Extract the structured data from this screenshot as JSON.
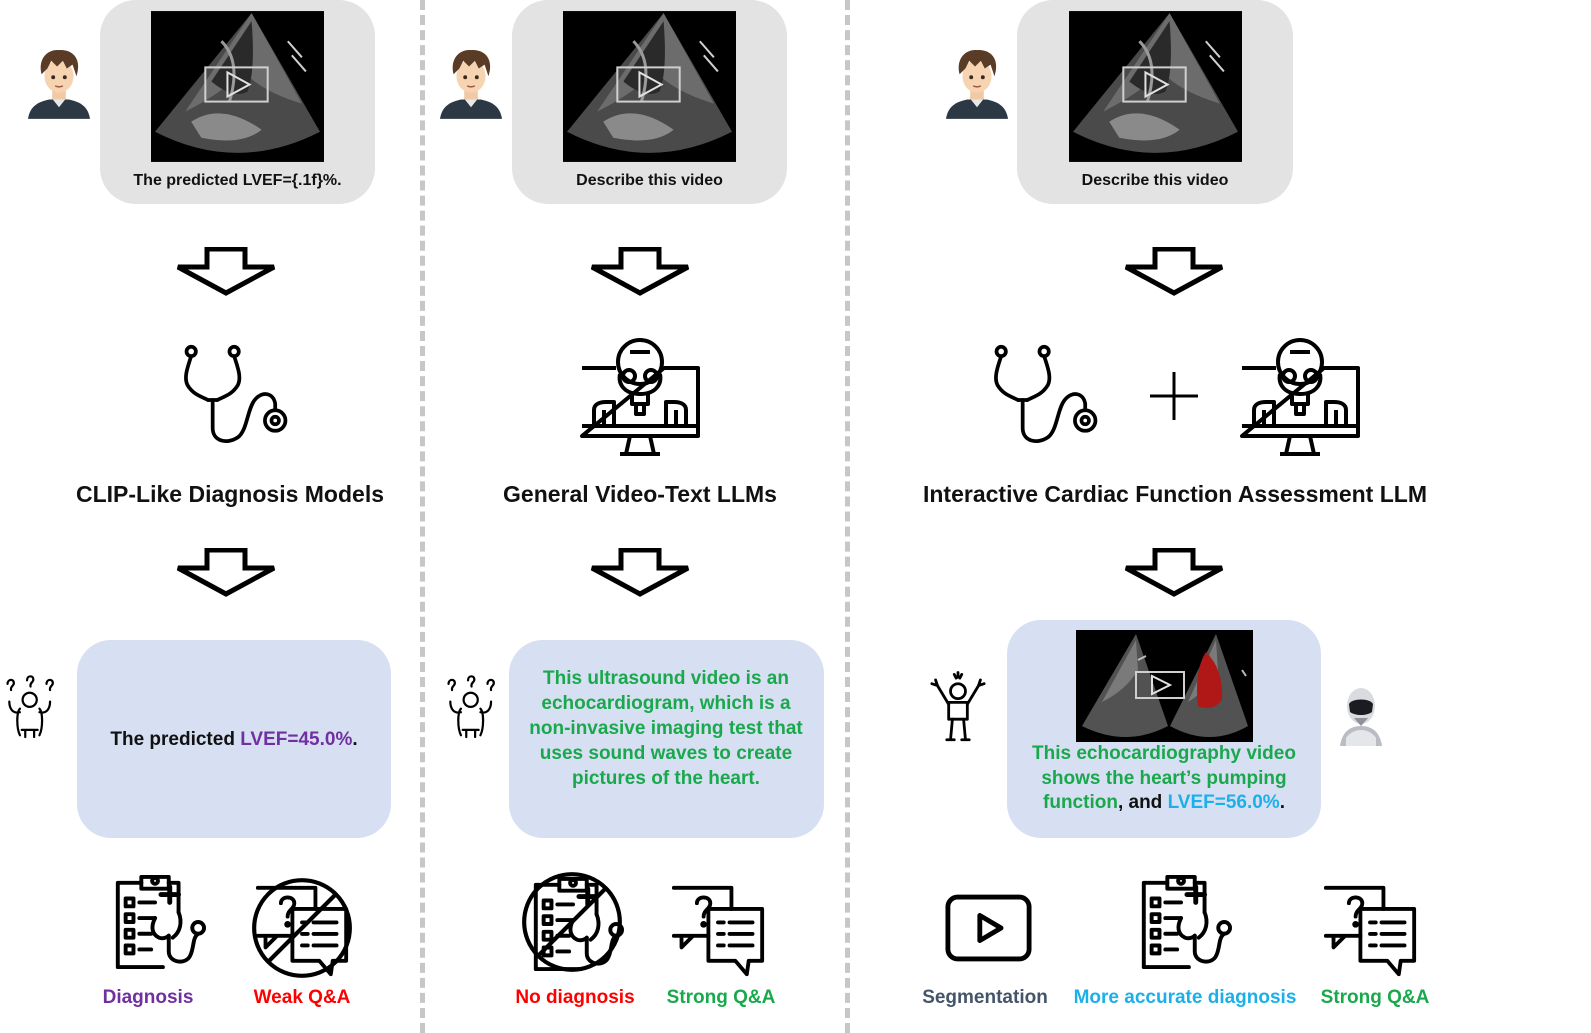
{
  "panels": {
    "clip": {
      "prompt": "The predicted LVEF={.1f}%.",
      "model_title": "CLIP-Like Diagnosis Models",
      "answer_prefix": "The predicted ",
      "answer_value": "LVEF=45.0%",
      "answer_suffix": ".",
      "capability_1": "Diagnosis",
      "capability_2": "Weak Q&A"
    },
    "general": {
      "prompt": "Describe this video",
      "model_title": "General Video-Text LLMs",
      "answer": "This ultrasound video is an echocardiogram, which is a non-invasive imaging test that uses sound waves to create pictures of the heart.",
      "capability_1": "No diagnosis",
      "capability_2": "Strong Q&A"
    },
    "interactive": {
      "prompt": "Describe this video",
      "model_title": "Interactive Cardiac Function Assessment LLM",
      "answer_part1": "This echocardiography video shows the heart’s pumping function",
      "answer_part2": ", and ",
      "answer_value": "LVEF=56.0%",
      "answer_suffix": ".",
      "capability_1": "Segmentation",
      "capability_2": "More accurate diagnosis",
      "capability_3": "Strong Q&A"
    }
  },
  "icons": [
    "user-avatar-icon",
    "echo-video-thumbnail",
    "down-arrow-icon",
    "stethoscope-icon",
    "robot-monitor-icon",
    "plus-icon",
    "confused-person-icon",
    "happy-person-icon",
    "robot-avatar-icon",
    "clipboard-diagnosis-icon",
    "chat-qa-icon",
    "prohibited-icon",
    "play-button-icon"
  ],
  "colors": {
    "prompt_bubble": "#e3e3e3",
    "answer_bubble": "#d7dff3",
    "purple": "#7030a0",
    "red": "#ff0000",
    "green": "#1aa84c",
    "blue": "#1cb0e8",
    "slate": "#44546a",
    "divider": "#c7c7c7"
  }
}
